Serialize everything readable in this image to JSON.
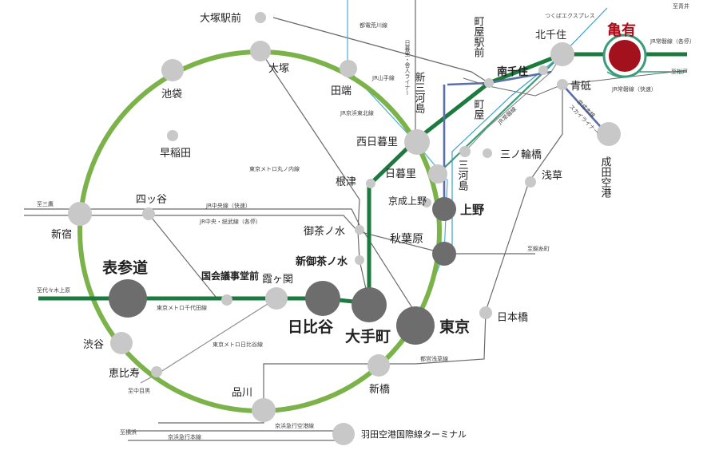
{
  "colors": {
    "yamanote": "#7bb34a",
    "chiyoda": "#1d7a3e",
    "joban": "#1d7a3e",
    "tsukuba": "#3a9fcf",
    "keihin": "#4ab0d8",
    "grey_line": "#6b6b6b",
    "hibiya": "#8e8e8e",
    "purple_line": "#5a6fa8",
    "station": "#c8c8c8",
    "station_dark": "#6d6d6d",
    "station_home": "#a3111d"
  },
  "stations": {
    "otsuka_ekimae": "大塚駅前",
    "otsuka": "大塚",
    "ikebukuro": "池袋",
    "tabata": "田端",
    "waseda": "早稲田",
    "shinmikawashima": "新三河島",
    "machiya_ekimae": "町屋駅前",
    "machiya": "町屋",
    "kitasenju": "北千住",
    "kameari": "亀有",
    "minamisenju": "南千住",
    "aoto": "青砥",
    "narita": "成田空港",
    "nishinippori": "西日暮里",
    "nippori": "日暮里",
    "mikawashima": "三河島",
    "minowabashi": "三ノ輪橋",
    "nezu": "根津",
    "keisei_ueno": "京成上野",
    "ueno": "上野",
    "asakusa": "浅草",
    "yotsuya": "四ッ谷",
    "shinjuku": "新宿",
    "ochanomizu": "御茶ノ水",
    "akihabara": "秋葉原",
    "shinochanomizu": "新御茶ノ水",
    "omotesando": "表参道",
    "kokkai": "国会議事堂前",
    "kasumigaseki": "霞ヶ関",
    "hibiya": "日比谷",
    "otemachi": "大手町",
    "tokyo": "東京",
    "nihombashi": "日本橋",
    "shibuya": "渋谷",
    "ebisu": "恵比寿",
    "shimbashi": "新橋",
    "shinagawa": "品川",
    "haneda": "羽田空港国際線ターミナル"
  },
  "lines": {
    "toden_arakawa": "都電荒川線",
    "toneri_liner": "日暮里・舎人ライナー",
    "tsukuba_express": "つくばエクスプレス",
    "jr_joban_local": "JR常磐線（各停）",
    "jr_joban_rapid": "JR常磐線（快速）",
    "jr_yamanote": "JR山手線",
    "jr_keihin_tohoku": "JR京浜東北線",
    "jr_joban": "JR常磐線",
    "keisei_main": "京成本線",
    "skyliner": "スカイライナー",
    "marunouchi": "東京メトロ丸ノ内線",
    "jr_chuo_rapid": "JR中央線（快速）",
    "jr_chuo_sobu_local": "JR中央・総武線（各停）",
    "chiyoda": "東京メトロ千代田線",
    "hibiya": "東京メトロ日比谷線",
    "toei_asakusa": "都営浅草線",
    "keikyu_airport": "京浜急行空港線",
    "keikyu_main": "京浜急行本線"
  },
  "destinations": {
    "to_aoi": "至青井",
    "to_matsudo": "至松戸",
    "to_mitaka": "至三鷹",
    "to_kinshicho": "至錦糸町",
    "to_yoyogiuehara": "至代々木上原",
    "to_nakameguro": "至中目黒",
    "to_yokohama": "至横浜"
  }
}
